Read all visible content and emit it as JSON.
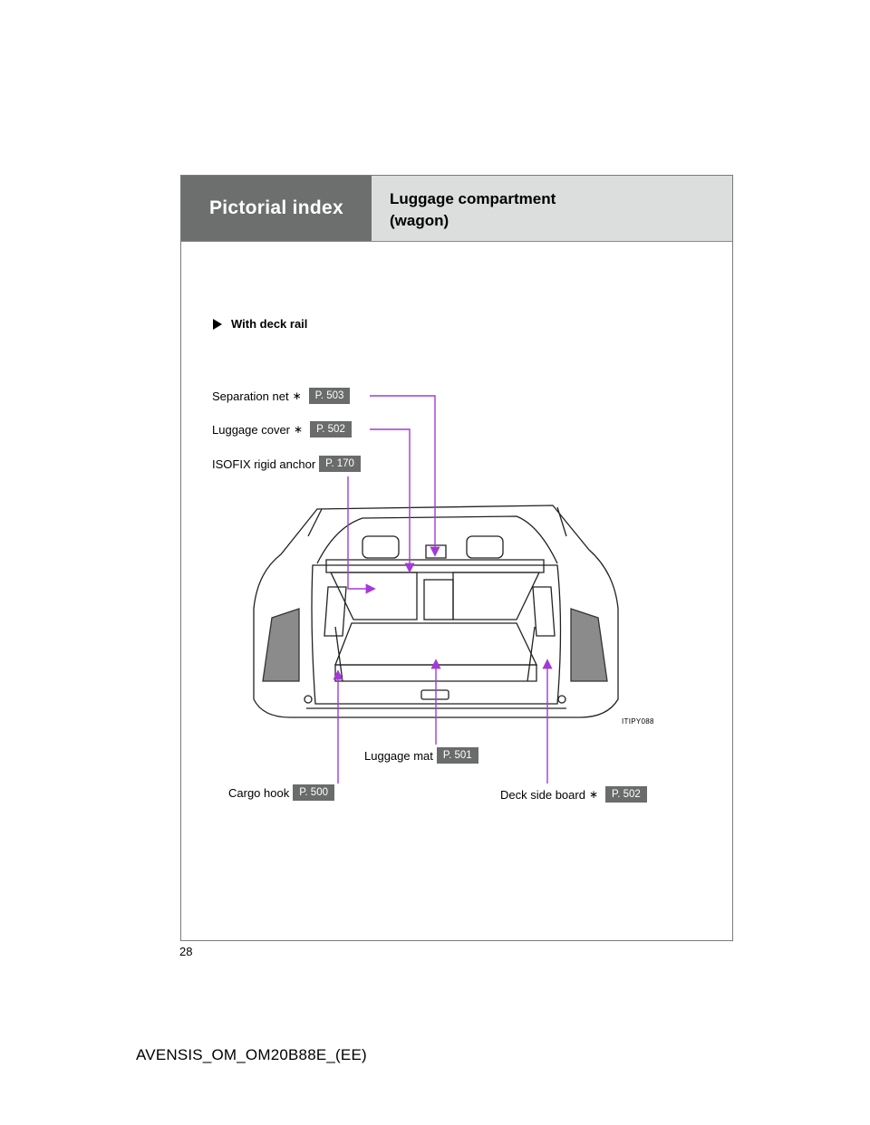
{
  "header": {
    "section": "Pictorial index",
    "title_line1": "Luggage compartment",
    "title_line2": "(wagon)"
  },
  "variant_heading": "With deck rail",
  "callouts": {
    "separation_net": {
      "label": "Separation net",
      "star": "∗",
      "page": "P. 503"
    },
    "luggage_cover": {
      "label": "Luggage cover",
      "star": "∗",
      "page": "P. 502"
    },
    "isofix": {
      "label": "ISOFIX rigid anchor",
      "page": "P. 170"
    },
    "luggage_mat": {
      "label": "Luggage mat",
      "page": "P. 501"
    },
    "cargo_hook": {
      "label": "Cargo hook",
      "page": "P. 500"
    },
    "deck_side_board": {
      "label": "Deck side board",
      "star": "∗",
      "page": "P. 502"
    }
  },
  "figure_id": "ITIPY088",
  "page_number": "28",
  "document_id": "AVENSIS_OM_OM20B88E_(EE)",
  "colors": {
    "leader_line": "#a43ad6",
    "header_tab": "#6d6f6e",
    "header_bg": "#dcdedd",
    "page_badge": "#6a6c6b"
  }
}
